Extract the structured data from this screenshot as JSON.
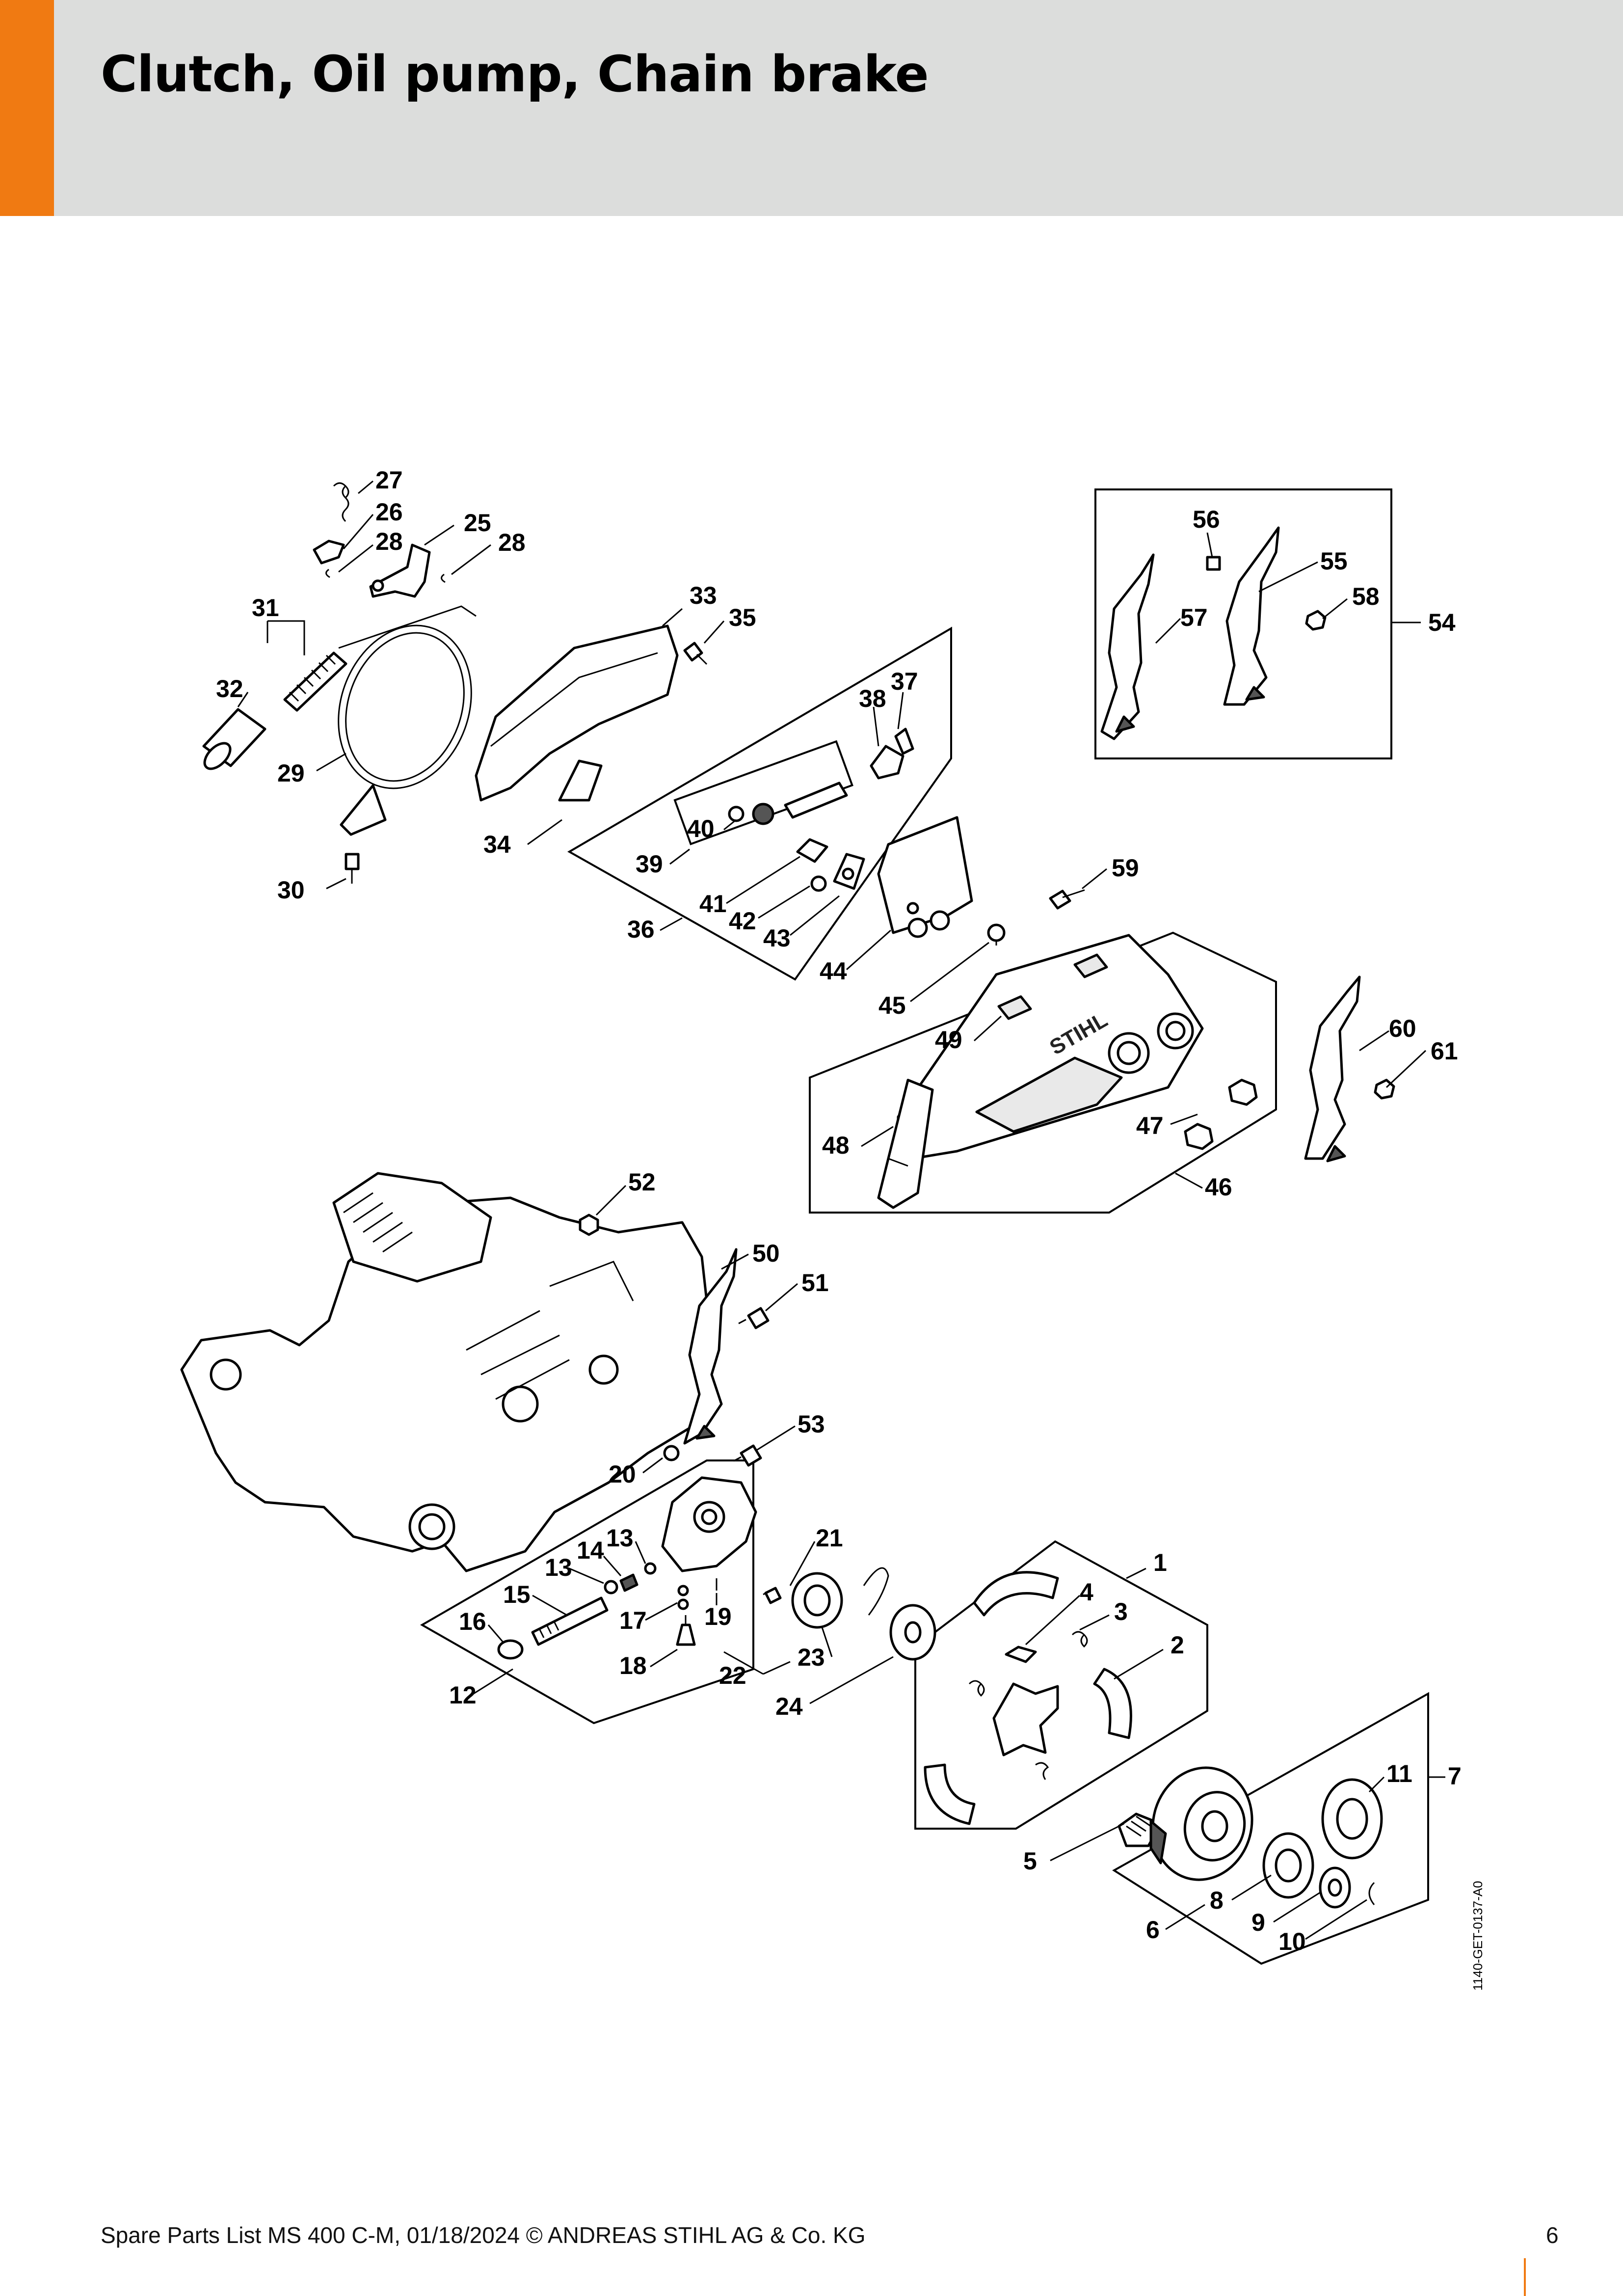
{
  "header": {
    "title": "Clutch, Oil pump, Chain brake",
    "accent_color": "#f07a12",
    "background_color": "#dcdddc"
  },
  "diagram": {
    "drawing_code": "1140-GET-0137-A0",
    "part_numbers": [
      "1",
      "2",
      "3",
      "4",
      "5",
      "6",
      "7",
      "8",
      "9",
      "10",
      "11",
      "12",
      "13",
      "13",
      "14",
      "15",
      "16",
      "17",
      "18",
      "19",
      "20",
      "21",
      "22",
      "23",
      "24",
      "25",
      "26",
      "27",
      "28",
      "28",
      "29",
      "30",
      "31",
      "32",
      "33",
      "34",
      "35",
      "36",
      "37",
      "38",
      "39",
      "40",
      "41",
      "42",
      "43",
      "44",
      "45",
      "46",
      "47",
      "48",
      "49",
      "50",
      "51",
      "52",
      "53",
      "54",
      "55",
      "56",
      "57",
      "58",
      "59",
      "60",
      "61"
    ]
  },
  "footer": {
    "text": "Spare Parts List MS 400 C-M, 01/18/2024 © ANDREAS STIHL AG & Co. KG",
    "page_number": "6"
  }
}
